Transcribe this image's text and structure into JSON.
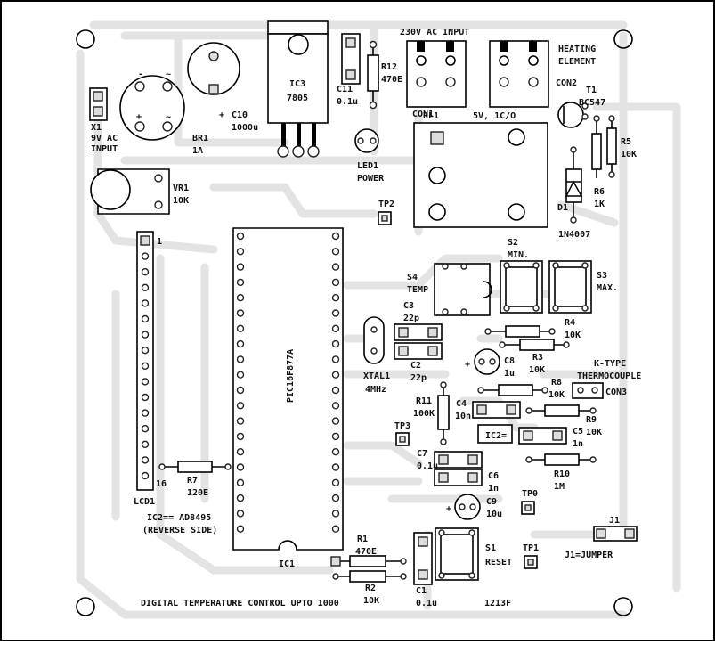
{
  "board": {
    "title": "DIGITAL TEMPERATURE CONTROL UPTO 1000",
    "code": "1213F",
    "ic2_note_line1": "IC2== AD8495",
    "ic2_note_line2": "(REVERSE SIDE)",
    "jumper_note": "J1=JUMPER"
  },
  "labels": {
    "x1": "X1",
    "x1_desc1": "9V AC",
    "x1_desc2": "INPUT",
    "br1": "BR1",
    "br1_val": "1A",
    "c10": "C10",
    "c10_val": "1000u",
    "ic3": "IC3",
    "ic3_val": "7805",
    "c11": "C11",
    "c11_val": "0.1u",
    "r12": "R12",
    "r12_val": "470E",
    "led1": "LED1",
    "led1_desc": "POWER",
    "ac_input": "230V AC INPUT",
    "con1": "CON1",
    "rl1": "RL1",
    "rl1_val": "5V, 1C/O",
    "heating1": "HEATING",
    "heating2": "ELEMENT",
    "con2": "CON2",
    "t1": "T1",
    "t1_val": "BC547",
    "r5": "R5",
    "r5_val": "10K",
    "r6": "R6",
    "r6_val": "1K",
    "d1": "D1",
    "d1_val": "1N4007",
    "vr1": "VR1",
    "vr1_val": "10K",
    "tp2": "TP2",
    "tp3": "TP3",
    "tp0": "TP0",
    "tp1": "TP1",
    "lcd_pin1": "1",
    "lcd_pin16": "16",
    "lcd1": "LCD1",
    "r7": "R7",
    "r7_val": "120E",
    "ic1": "IC1",
    "ic1_val": "PIC16F877A",
    "s2": "S2",
    "s2_val": "MIN.",
    "s3": "S3",
    "s3_val": "MAX.",
    "s4": "S4",
    "s4_val": "TEMP",
    "c3": "C3",
    "c3_val": "22p",
    "c2": "C2",
    "c2_val": "22p",
    "xtal": "XTAL1",
    "xtal_val": "4MHz",
    "r4": "R4",
    "r4_val": "10K",
    "r3": "R3",
    "r3_val": "10K",
    "c8": "C8",
    "c8_val": "1u",
    "ktype1": "K-TYPE",
    "ktype2": "THERMOCOUPLE",
    "con3": "CON3",
    "r8": "R8",
    "r8_val": "10K",
    "r9": "R9",
    "r9_val": "10K",
    "r11": "R11",
    "r11_val": "100K",
    "c4": "C4",
    "c4_val": "10n",
    "ic2": "IC2=",
    "c5": "C5",
    "c5_val": "1n",
    "c7": "C7",
    "c7_val": "0.1u",
    "c6": "C6",
    "c6_val": "1n",
    "r10": "R10",
    "r10_val": "1M",
    "c9": "C9",
    "c9_val": "10u",
    "j1": "J1",
    "s1": "S1",
    "s1_val": "RESET",
    "r1": "R1",
    "r1_val": "470E",
    "r2": "R2",
    "r2_val": "10K",
    "c1": "C1",
    "c1_val": "0.1u",
    "plus_c10": "+",
    "plus_c8": "+",
    "plus_c9": "+",
    "br1_minus": "-",
    "br1_plus": "+",
    "br1_ac": "~"
  }
}
